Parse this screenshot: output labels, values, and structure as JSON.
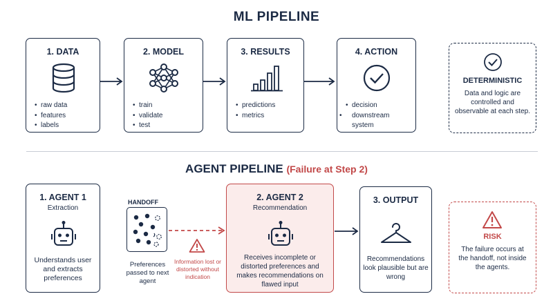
{
  "ml": {
    "title": "ML PIPELINE",
    "steps": [
      {
        "label": "1. DATA",
        "bullets": [
          "raw data",
          "features",
          "labels"
        ],
        "icon": "database-icon"
      },
      {
        "label": "2. MODEL",
        "bullets": [
          "train",
          "validate",
          "test"
        ],
        "icon": "neural-network-icon"
      },
      {
        "label": "3. RESULTS",
        "bullets": [
          "predictions",
          "metrics"
        ],
        "icon": "bar-chart-icon"
      },
      {
        "label": "4. ACTION",
        "bullets": [
          "decision",
          "downstream system"
        ],
        "icon": "check-circle-icon"
      }
    ],
    "note": {
      "heading": "DETERMINISTIC",
      "text": "Data and logic are controlled and observable at each step.",
      "icon": "check-circle-icon"
    }
  },
  "agent": {
    "title": "AGENT PIPELINE",
    "title_highlight": "(Failure at Step 2)",
    "step1": {
      "label": "1. AGENT 1",
      "sub": "Extraction",
      "desc": "Understands user and extracts preferences",
      "icon": "robot-icon"
    },
    "handoff": {
      "label": "HANDOFF",
      "caption": "Preferences passed to next agent",
      "icon": "scattered-dots-icon"
    },
    "warning": {
      "text": "Information lost or distorted without indication",
      "icon": "warning-triangle-icon"
    },
    "step2": {
      "label": "2. AGENT 2",
      "sub": "Recommendation",
      "desc": "Receives incomplete or distorted preferences and makes recommendations on flawed input",
      "icon": "robot-icon"
    },
    "step3": {
      "label": "3. OUTPUT",
      "desc": "Recommendations look plausible but are wrong",
      "icon": "hanger-icon"
    },
    "risk": {
      "heading": "RISK",
      "text": "The failure occurs at the handoff, not inside the agents.",
      "icon": "warning-triangle-icon"
    }
  },
  "colors": {
    "navy": "#1b2a44",
    "red": "#c24848",
    "pink_bg": "#fbeceb"
  }
}
